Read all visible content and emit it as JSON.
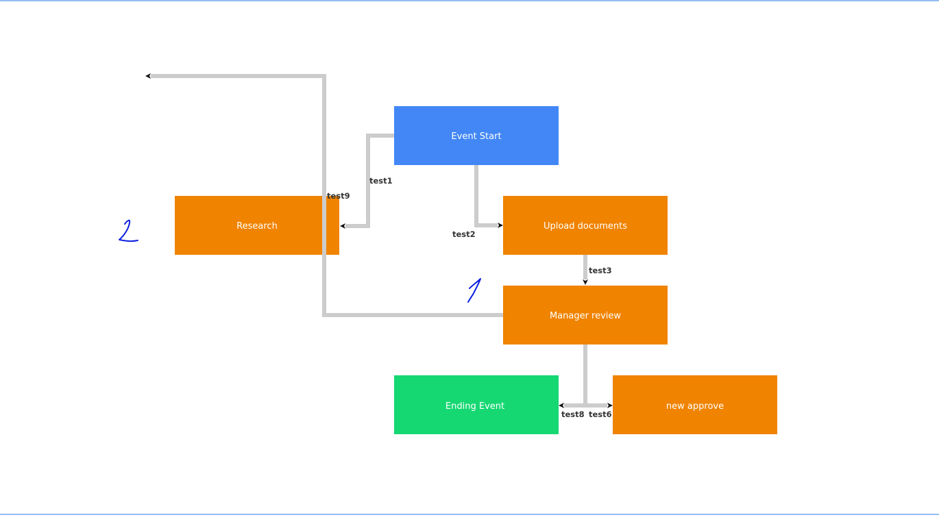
{
  "colors": {
    "start": "#4287f5",
    "task": "#f08300",
    "end": "#16d872",
    "connector": "#cccccc",
    "frame": "#93bdf0",
    "annotation_ink": "#0a1ee0"
  },
  "nodes": {
    "event_start": {
      "label": "Event Start",
      "kind": "start"
    },
    "research": {
      "label": "Research",
      "kind": "task"
    },
    "upload_documents": {
      "label": "Upload documents",
      "kind": "task"
    },
    "manager_review": {
      "label": "Manager review",
      "kind": "task"
    },
    "ending_event": {
      "label": "Ending Event",
      "kind": "end"
    },
    "new_approve": {
      "label": "new approve",
      "kind": "task"
    }
  },
  "edges": {
    "test1": {
      "label": "test1",
      "from": "Event Start",
      "to": "Research"
    },
    "test2": {
      "label": "test2",
      "from": "Event Start",
      "to": "Upload documents"
    },
    "test3": {
      "label": "test3",
      "from": "Upload documents",
      "to": "Manager review"
    },
    "test6": {
      "label": "test6",
      "from": "Manager review",
      "to": "new approve"
    },
    "test8": {
      "label": "test8",
      "from": "Manager review",
      "to": "Ending Event"
    },
    "test9": {
      "label": "test9",
      "from": "Manager review",
      "to": "(unconnected)"
    }
  },
  "annotations": {
    "mark_1": "1",
    "mark_2": "2"
  }
}
